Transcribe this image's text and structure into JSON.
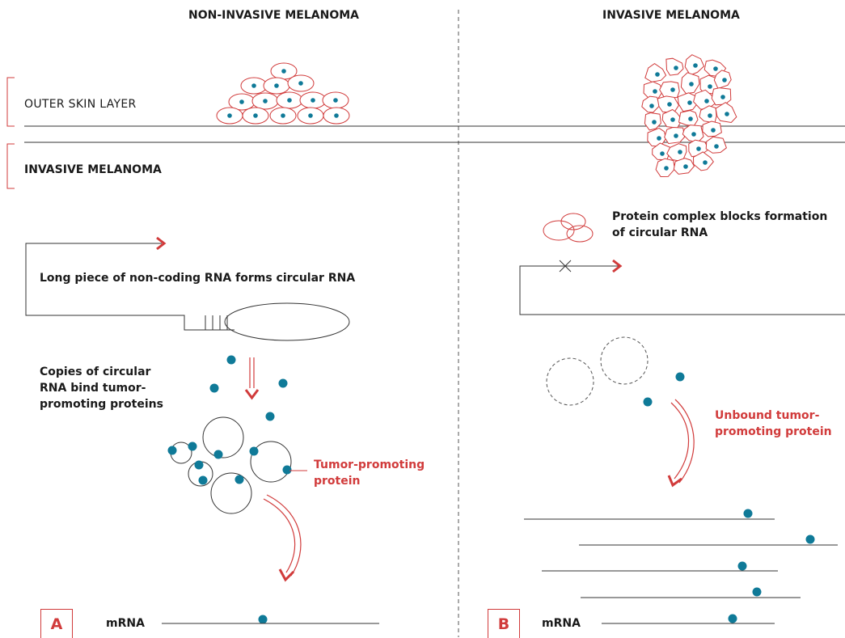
{
  "headers": {
    "left": "NON-INVASIVE MELANOMA",
    "right": "INVASIVE MELANOMA"
  },
  "layers": {
    "outer": "OUTER SKIN LAYER",
    "invasive": "INVASIVE MELANOMA"
  },
  "left": {
    "circular_label": "Long piece of non-coding RNA forms circular RNA",
    "copies_label": [
      "Copies of circular",
      "RNA bind tumor-",
      "promoting proteins"
    ],
    "tumor_label": [
      "Tumor-promoting",
      "protein"
    ],
    "panel": "A",
    "mrna": "mRNA"
  },
  "right": {
    "complex_label": [
      "Protein complex blocks formation",
      "of circular RNA"
    ],
    "unbound_label": [
      "Unbound tumor-",
      "promoting protein"
    ],
    "panel": "B",
    "mrna": "mRNA"
  },
  "colors": {
    "red": "#d13b3b",
    "teal": "#0f7a98",
    "line": "#333333",
    "dash": "#555555"
  }
}
